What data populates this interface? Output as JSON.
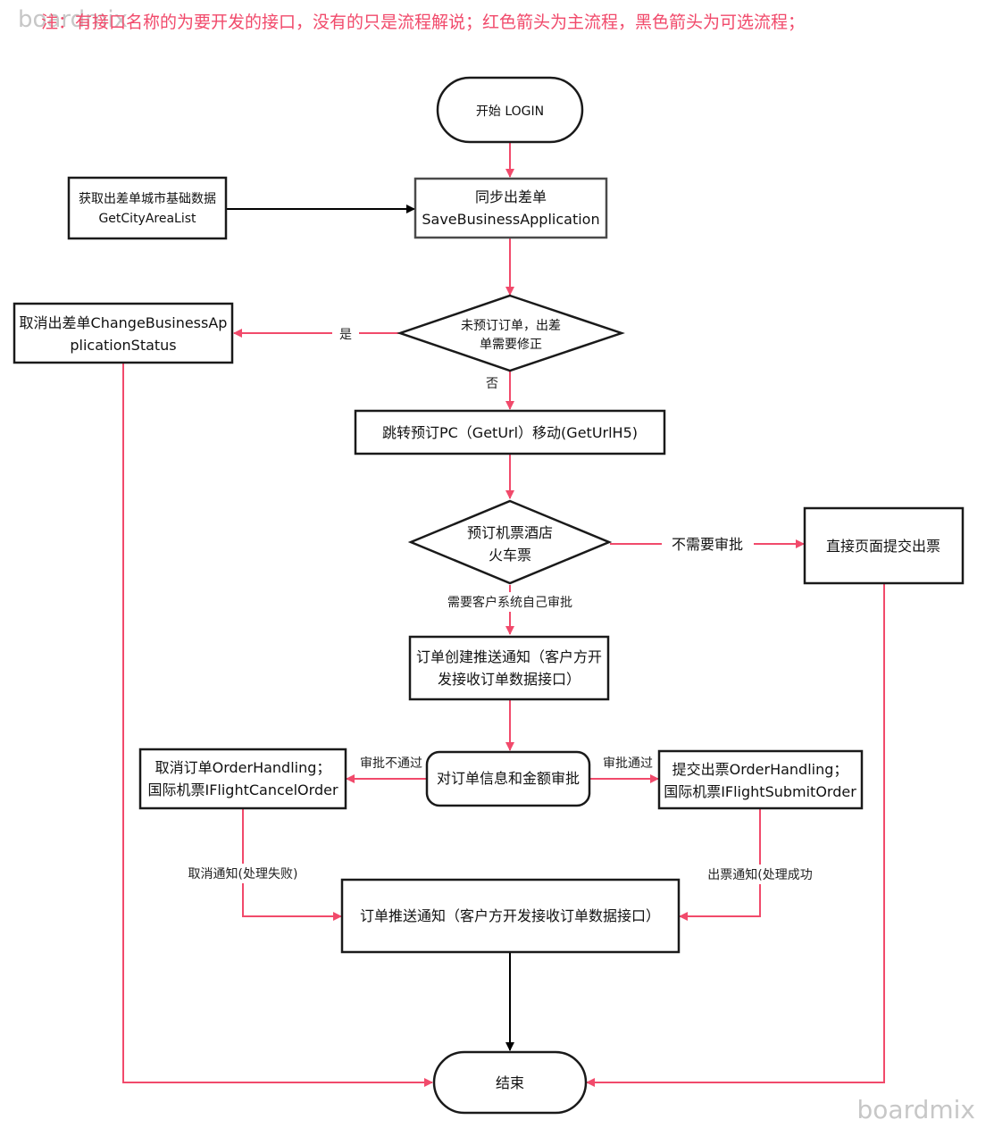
{
  "note": "注：有接口名称的为要开发的接口，没有的只是流程解说；红色箭头为主流程，黑色箭头为可选流程；",
  "watermark_top": "boardmix",
  "watermark_bottom": "boardmix",
  "colors": {
    "main_arrow": "#f14a6b",
    "optional_arrow": "#000000",
    "border": "#1a1a1a"
  },
  "nodes": {
    "start": "开始 LOGIN",
    "get_city": [
      "获取出差单城市基础数据",
      "GetCityAreaList"
    ],
    "sync": [
      "同步出差单",
      "SaveBusinessApplication"
    ],
    "cancel_trip": [
      "取消出差单ChangeBusinessAp",
      "plicationStatus"
    ],
    "decision_unbooked": [
      "未预订订单，出差",
      "单需要修正"
    ],
    "jump": "跳转预订PC（GetUrl）移动(GetUrlH5)",
    "decision_book": [
      "预订机票酒店",
      "火车票"
    ],
    "direct_submit": "直接页面提交出票",
    "push_create": [
      "订单创建推送通知（客户方开",
      "发接收订单数据接口）"
    ],
    "review": "对订单信息和金额审批",
    "cancel_order": [
      "取消订单OrderHandling；",
      "国际机票IFlightCancelOrder"
    ],
    "submit_order": [
      "提交出票OrderHandling；",
      "国际机票IFlightSubmitOrder"
    ],
    "push_result": "订单推送通知（客户方开发接收订单数据接口）",
    "end": "结束"
  },
  "edge_labels": {
    "yes": "是",
    "no": "否",
    "no_approval": "不需要审批",
    "need_approval": "需要客户系统自己审批",
    "reject": "审批不通过",
    "approve": "审批通过",
    "cancel_notice": "取消通知(处理失败)",
    "ticket_notice": "出票通知(处理成功"
  }
}
